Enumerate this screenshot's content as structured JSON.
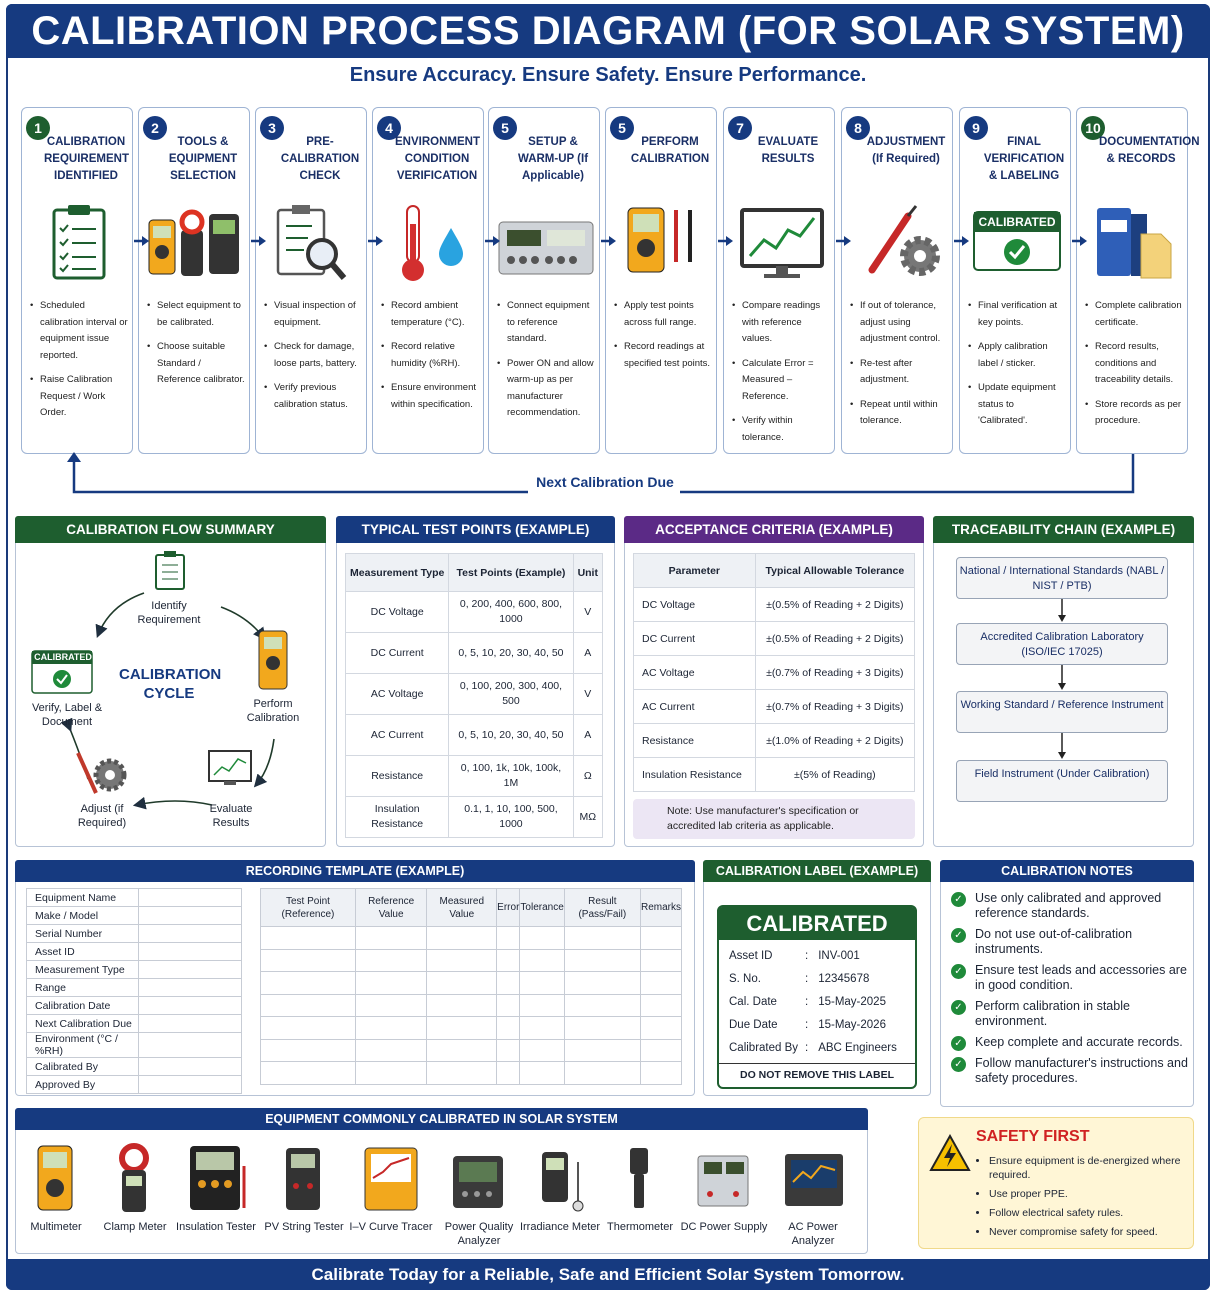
{
  "title": "CALIBRATION PROCESS DIAGRAM (FOR SOLAR SYSTEM)",
  "subtitle": "Ensure Accuracy. Ensure Safety. Ensure Performance.",
  "steps": [
    {
      "num": "1",
      "title": "CALIBRATION REQUIREMENT IDENTIFIED",
      "icon": "clipboard-checklist-icon",
      "bullets": [
        "Scheduled calibration interval or equipment issue reported.",
        "Raise Calibration Request / Work Order."
      ]
    },
    {
      "num": "2",
      "title": "TOOLS & EQUIPMENT SELECTION",
      "icon": "multimeter-set-icon",
      "bullets": [
        "Select equipment to be calibrated.",
        "Choose suitable Standard / Reference calibrator."
      ]
    },
    {
      "num": "3",
      "title": "PRE-CALIBRATION CHECK",
      "icon": "inspection-magnifier-icon",
      "bullets": [
        "Visual inspection of equipment.",
        "Check for damage, loose parts, battery.",
        "Verify previous calibration status."
      ]
    },
    {
      "num": "4",
      "title": "ENVIRONMENT CONDITION VERIFICATION",
      "icon": "thermometer-humidity-icon",
      "bullets": [
        "Record ambient temperature (°C).",
        "Record relative humidity (%RH).",
        "Ensure environment within specification."
      ]
    },
    {
      "num": "5",
      "title": "SETUP & WARM-UP (If Applicable)",
      "icon": "calibrator-device-icon",
      "bullets": [
        "Connect equipment to reference standard.",
        "Power ON and allow warm-up as per manufacturer recommendation."
      ]
    },
    {
      "num": "5",
      "title": "PERFORM CALIBRATION",
      "icon": "multimeter-probes-icon",
      "bullets": [
        "Apply test points across full range.",
        "Record readings at specified test points."
      ]
    },
    {
      "num": "7",
      "title": "EVALUATE RESULTS",
      "icon": "monitor-graph-icon",
      "bullets": [
        "Compare readings with reference values.",
        "Calculate Error = Measured – Reference.",
        "Verify within tolerance."
      ]
    },
    {
      "num": "8",
      "title": "ADJUSTMENT (If Required)",
      "icon": "screwdriver-gear-icon",
      "bullets": [
        "If out of tolerance, adjust using adjustment control.",
        "Re-test after adjustment.",
        "Repeat until within tolerance."
      ]
    },
    {
      "num": "9",
      "title": "FINAL VERIFICATION & LABELING",
      "icon": "calibrated-label-icon",
      "bullets": [
        "Final verification at key points.",
        "Apply calibration label / sticker.",
        "Update equipment status to 'Calibrated'."
      ],
      "label": "CALIBRATED"
    },
    {
      "num": "10",
      "title": "DOCUMENTATION & RECORDS",
      "icon": "binder-records-icon",
      "bullets": [
        "Complete calibration certificate.",
        "Record results, conditions and traceability details.",
        "Store records as per procedure."
      ]
    }
  ],
  "loop_label": "Next Calibration Due",
  "flow": {
    "title": "CALIBRATION FLOW SUMMARY",
    "center": "CALIBRATION CYCLE",
    "identify": "Identify Requirement",
    "perform": "Perform Calibration",
    "evaluate": "Evaluate Results",
    "adjust": "Adjust (if Required)",
    "verify": "Verify, Label & Document",
    "badge": "CALIBRATED"
  },
  "test_points": {
    "title": "TYPICAL TEST POINTS (EXAMPLE)",
    "headers": [
      "Measurement Type",
      "Test Points (Example)",
      "Unit"
    ],
    "rows": [
      [
        "DC Voltage",
        "0, 200, 400, 600, 800, 1000",
        "V"
      ],
      [
        "DC Current",
        "0, 5, 10, 20, 30, 40, 50",
        "A"
      ],
      [
        "AC Voltage",
        "0, 100, 200, 300, 400, 500",
        "V"
      ],
      [
        "AC Current",
        "0, 5, 10, 20, 30, 40, 50",
        "A"
      ],
      [
        "Resistance",
        "0, 100, 1k, 10k, 100k, 1M",
        "Ω"
      ],
      [
        "Insulation Resistance",
        "0.1, 1, 10, 100, 500, 1000",
        "MΩ"
      ]
    ]
  },
  "acceptance": {
    "title": "ACCEPTANCE CRITERIA (EXAMPLE)",
    "headers": [
      "Parameter",
      "Typical Allowable Tolerance"
    ],
    "rows": [
      [
        "DC Voltage",
        "±(0.5% of Reading + 2 Digits)"
      ],
      [
        "DC Current",
        "±(0.5% of Reading + 2 Digits)"
      ],
      [
        "AC Voltage",
        "±(0.7% of Reading + 3 Digits)"
      ],
      [
        "AC Current",
        "±(0.7% of Reading + 3 Digits)"
      ],
      [
        "Resistance",
        "±(1.0% of Reading + 2 Digits)"
      ],
      [
        "Insulation Resistance",
        "±(5% of Reading)"
      ]
    ],
    "note": "Note: Use manufacturer's specification or accredited lab criteria as applicable."
  },
  "traceability": {
    "title": "TRACEABILITY CHAIN (EXAMPLE)",
    "levels": [
      "National / International Standards (NABL / NIST / PTB)",
      "Accredited Calibration Laboratory (ISO/IEC 17025)",
      "Working Standard / Reference Instrument",
      "Field Instrument (Under Calibration)"
    ]
  },
  "recording": {
    "title": "RECORDING TEMPLATE (EXAMPLE)",
    "fields": [
      "Equipment Name",
      "Make / Model",
      "Serial Number",
      "Asset ID",
      "Measurement Type",
      "Range",
      "Calibration Date",
      "Next Calibration Due",
      "Environment (°C / %RH)",
      "Calibrated By",
      "Approved By"
    ],
    "columns": [
      "Test Point (Reference)",
      "Reference Value",
      "Measured Value",
      "Error",
      "Tolerance",
      "Result (Pass/Fail)",
      "Remarks"
    ]
  },
  "label": {
    "title": "CALIBRATION LABEL (EXAMPLE)",
    "heading": "CALIBRATED",
    "rows": [
      [
        "Asset ID",
        ":",
        "INV-001"
      ],
      [
        "S. No.",
        ":",
        "12345678"
      ],
      [
        "Cal. Date",
        ":",
        "15-May-2025"
      ],
      [
        "Due Date",
        ":",
        "15-May-2026"
      ],
      [
        "Calibrated By",
        ":",
        "ABC Engineers"
      ]
    ],
    "footer": "DO NOT REMOVE THIS LABEL"
  },
  "notes": {
    "title": "CALIBRATION NOTES",
    "items": [
      "Use only calibrated and approved reference standards.",
      "Do not use out-of-calibration instruments.",
      "Ensure test leads and accessories are in good condition.",
      "Perform calibration in stable environment.",
      "Keep complete and accurate records.",
      "Follow manufacturer's instructions and safety procedures."
    ]
  },
  "equipment": {
    "title": "EQUIPMENT COMMONLY CALIBRATED IN SOLAR SYSTEM",
    "items": [
      "Multimeter",
      "Clamp Meter",
      "Insulation Tester",
      "PV String Tester",
      "I–V Curve Tracer",
      "Power Quality Analyzer",
      "Irradiance Meter",
      "Thermometer",
      "DC Power Supply",
      "AC Power Analyzer"
    ]
  },
  "safety": {
    "title": "SAFETY FIRST",
    "items": [
      "Ensure equipment is de-energized where required.",
      "Use proper PPE.",
      "Follow electrical safety rules.",
      "Never compromise safety for speed."
    ]
  },
  "footer": "Calibrate Today for a Reliable, Safe and Efficient Solar System Tomorrow.",
  "colors": {
    "navy": "#163a80",
    "green": "#1e6b33",
    "purple": "#5b2a86",
    "yellow": "#fff6d6"
  }
}
